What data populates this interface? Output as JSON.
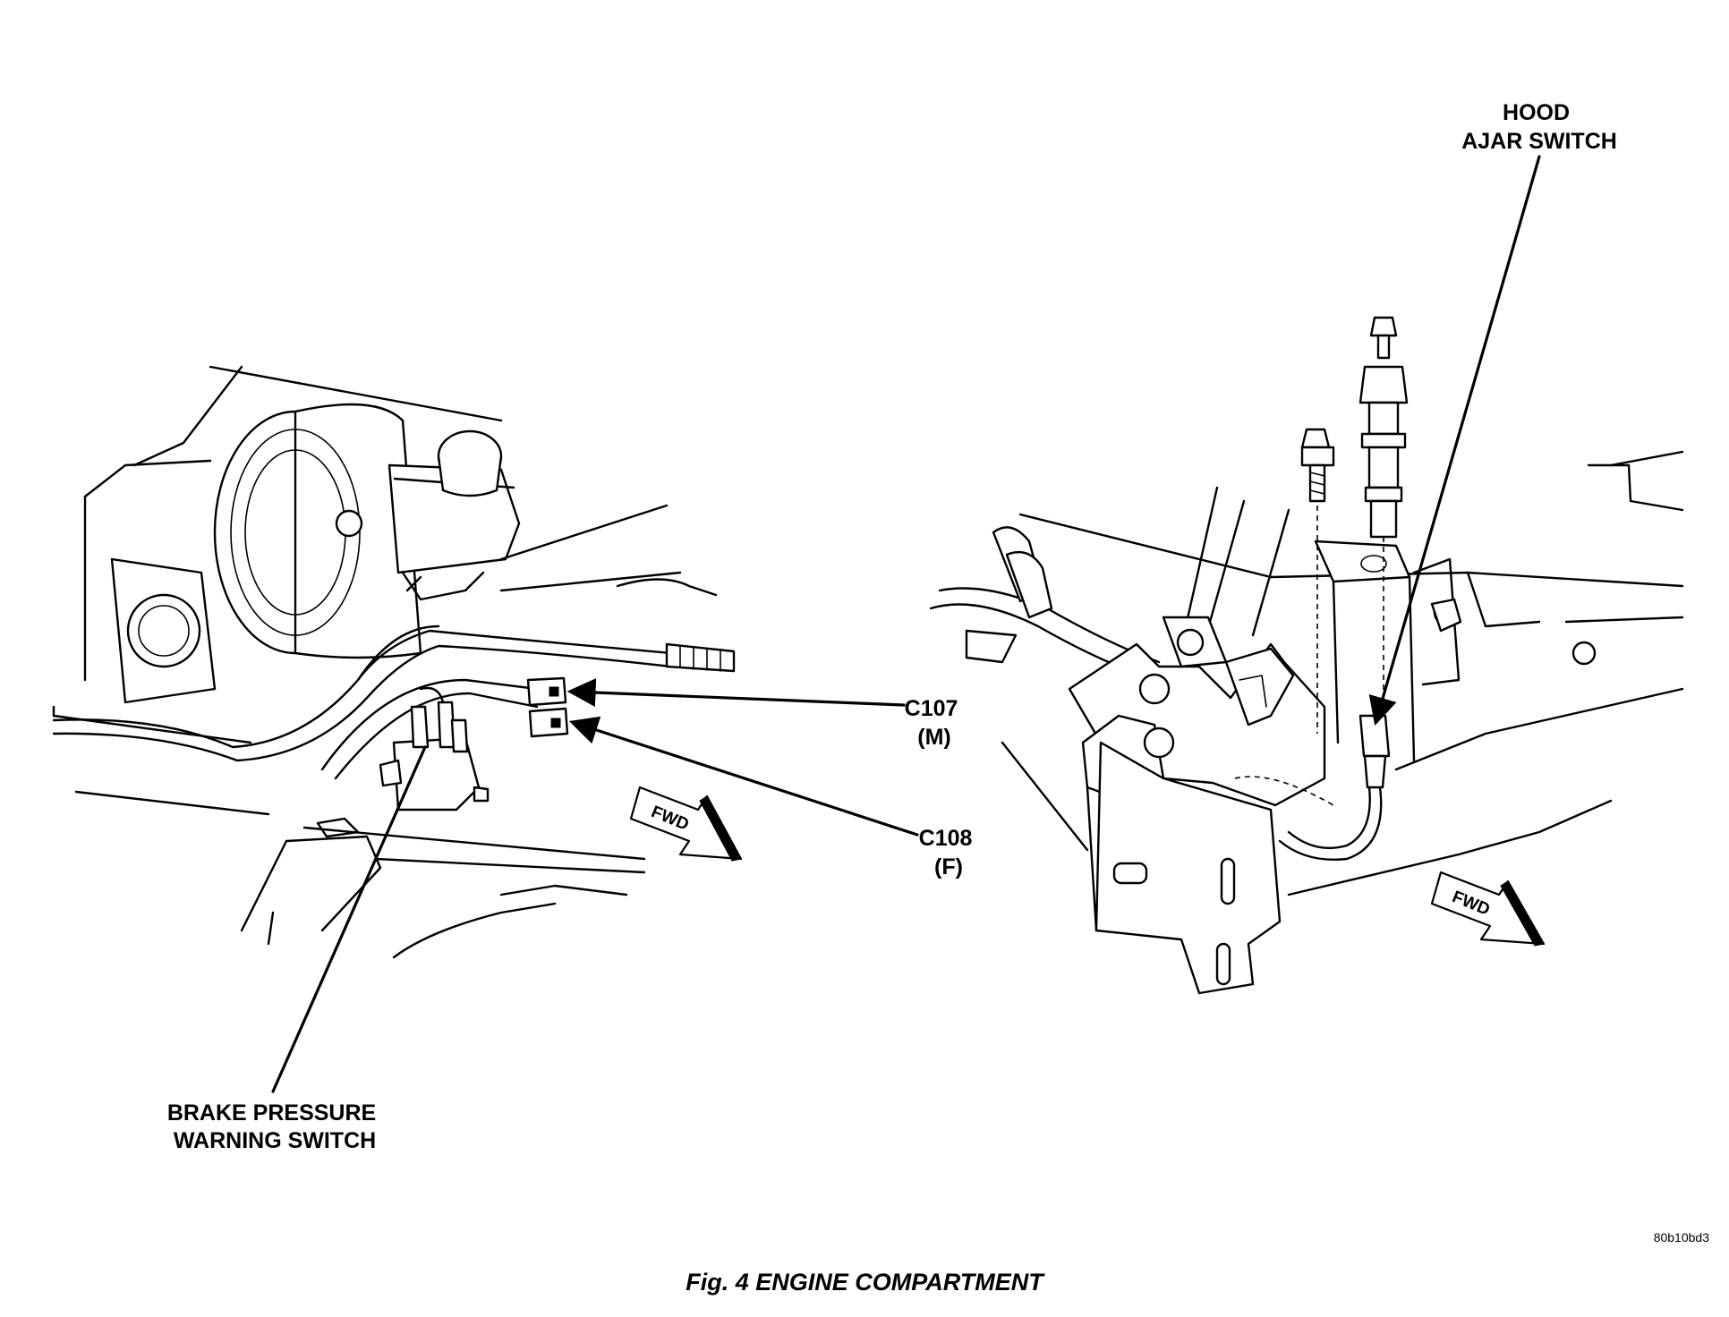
{
  "labels": {
    "hood_ajar_switch": [
      "HOOD",
      "AJAR SWITCH"
    ],
    "c107": [
      "C107",
      "(M)"
    ],
    "c108": [
      "C108",
      "(F)"
    ],
    "brake_pressure_warning_switch": [
      "BRAKE PRESSURE",
      "WARNING SWITCH"
    ],
    "fwd": "FWD"
  },
  "figure_code": "80b10bd3",
  "caption": "Fig. 4 ENGINE COMPARTMENT"
}
